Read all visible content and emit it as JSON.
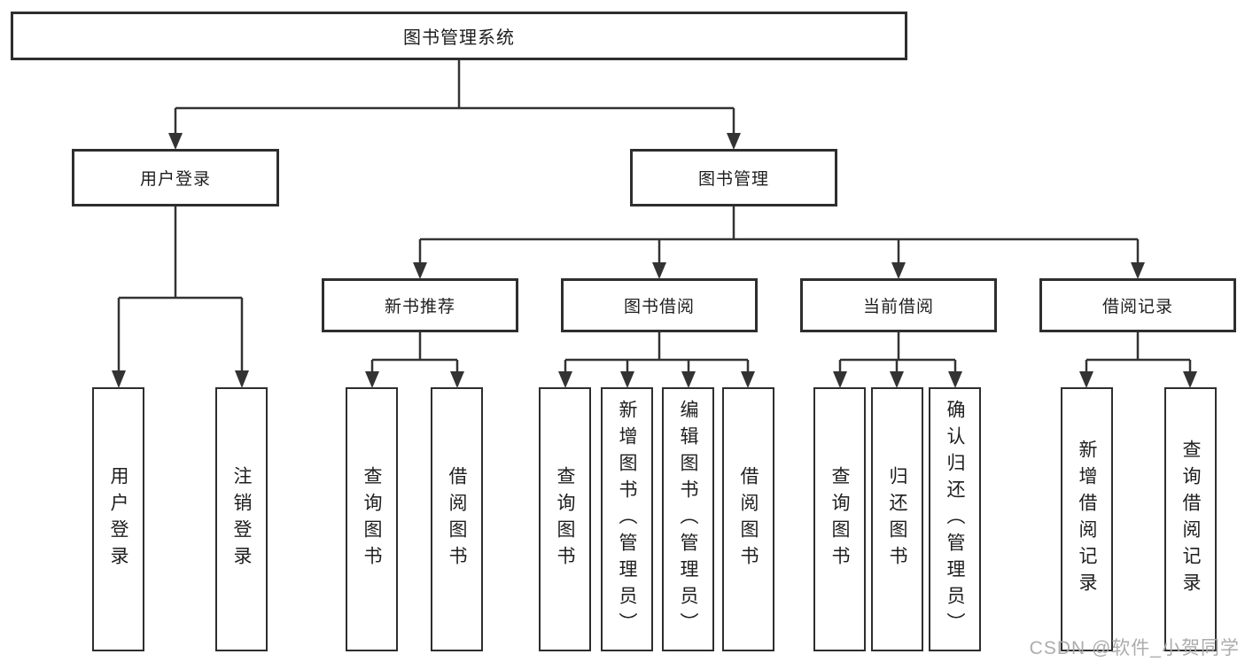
{
  "diagram": {
    "root": {
      "label": "图书管理系统"
    },
    "branches": [
      {
        "label": "用户登录",
        "children": [
          {
            "label": "用户登录"
          },
          {
            "label": "注销登录"
          }
        ]
      },
      {
        "label": "图书管理",
        "children": [
          {
            "label": "新书推荐",
            "children": [
              {
                "label": "查询图书"
              },
              {
                "label": "借阅图书"
              }
            ]
          },
          {
            "label": "图书借阅",
            "children": [
              {
                "label": "查询图书"
              },
              {
                "label": "新增图书（管理员）"
              },
              {
                "label": "编辑图书（管理员）"
              },
              {
                "label": "借阅图书"
              }
            ]
          },
          {
            "label": "当前借阅",
            "children": [
              {
                "label": "查询图书"
              },
              {
                "label": "归还图书"
              },
              {
                "label": "确认归还（管理员）"
              }
            ]
          },
          {
            "label": "借阅记录",
            "children": [
              {
                "label": "新增借阅记录"
              },
              {
                "label": "查询借阅记录"
              }
            ]
          }
        ]
      }
    ]
  },
  "watermark": {
    "text": "CSDN @软件_小贺同学"
  },
  "colors": {
    "line": "#333333",
    "box_border": "#2e2e2e",
    "background": "#ffffff",
    "watermark": "#a8a8a8"
  }
}
